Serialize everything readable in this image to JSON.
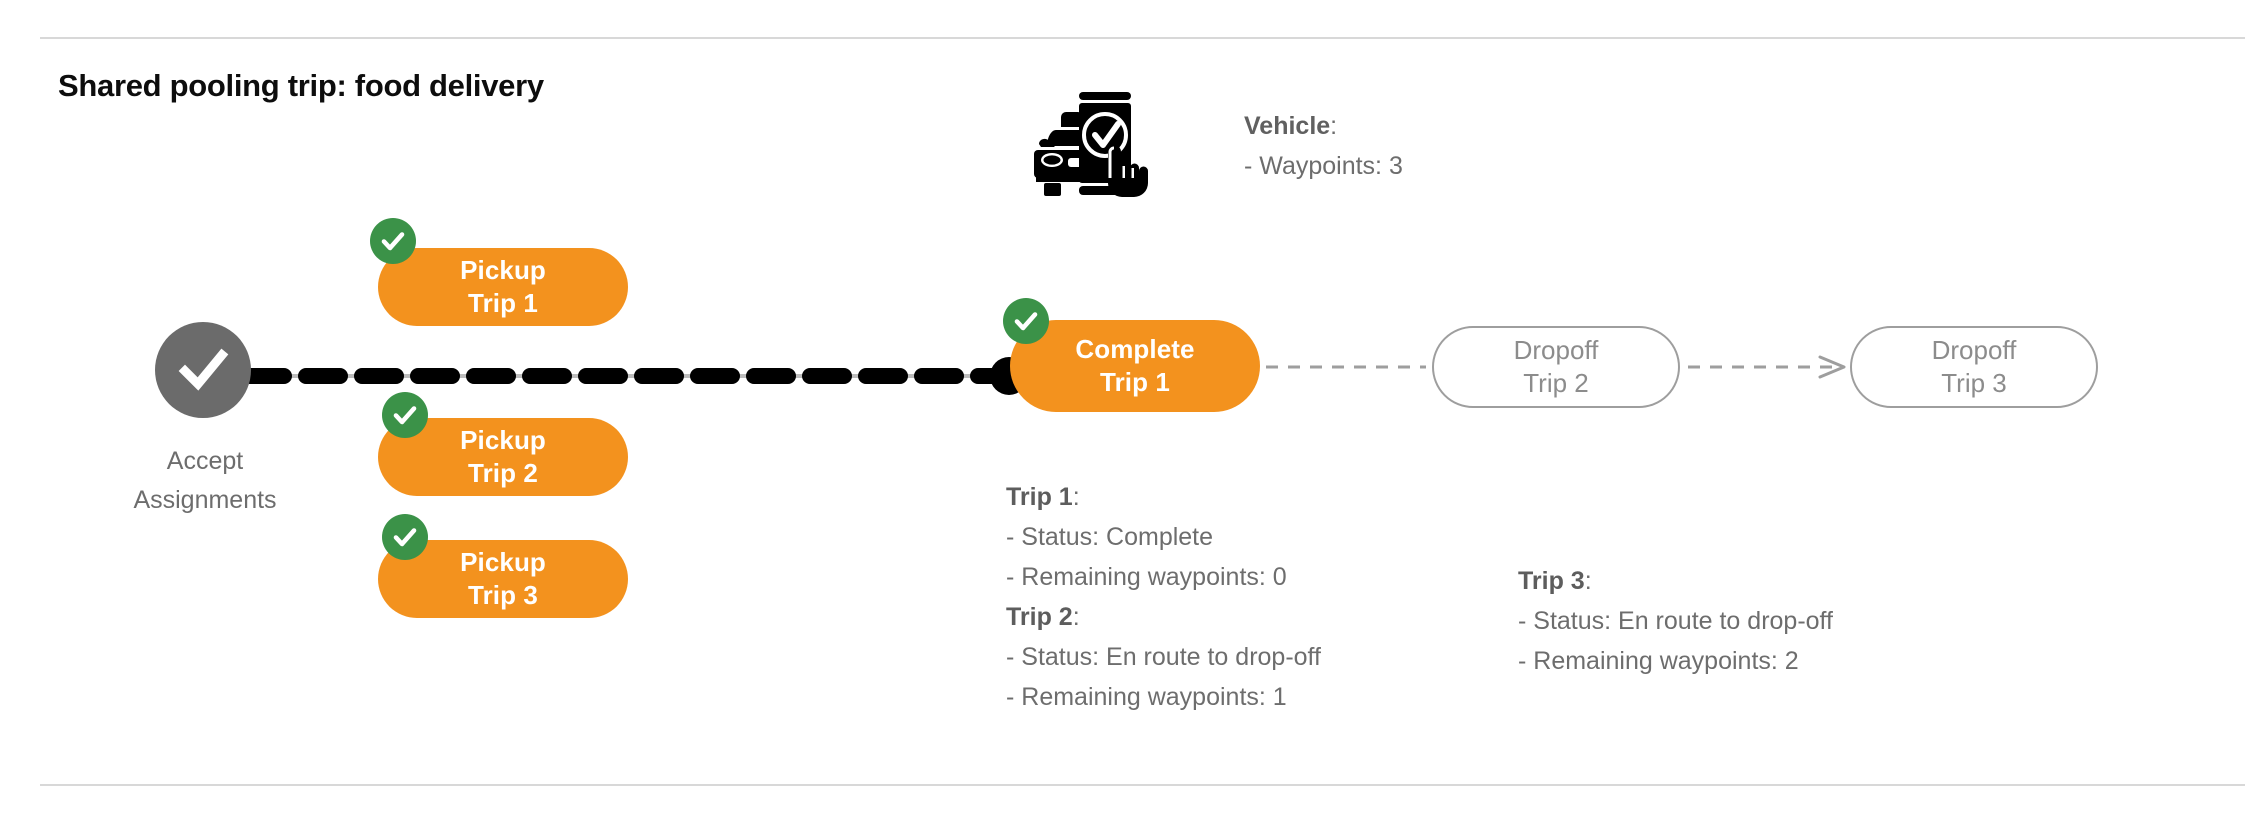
{
  "page": {
    "title": "Shared pooling trip: food delivery"
  },
  "colors": {
    "orange": "#f3921e",
    "green": "#3b9248",
    "gray_node": "#6b6b6b",
    "gray_text": "#6d6d6d",
    "gray_outline": "#9e9e9e",
    "divider": "#d8d8d8",
    "black": "#0d0d0d"
  },
  "flow": {
    "start_node": {
      "icon": "check-icon",
      "label_line_1": "Accept",
      "label_line_2": "Assignments"
    },
    "pickups": [
      {
        "badge": "check-icon",
        "line1": "Pickup",
        "line2": "Trip 1"
      },
      {
        "badge": "check-icon",
        "line1": "Pickup",
        "line2": "Trip 2"
      },
      {
        "badge": "check-icon",
        "line1": "Pickup",
        "line2": "Trip 3"
      }
    ],
    "complete": {
      "badge": "check-icon",
      "line1": "Complete",
      "line2": "Trip 1"
    },
    "dropoffs": [
      {
        "line1": "Dropoff",
        "line2": "Trip 2"
      },
      {
        "line1": "Dropoff",
        "line2": "Trip 3"
      }
    ]
  },
  "vehicle": {
    "icon": "car-phone-check-icon",
    "heading": "Vehicle",
    "heading_colon": ":",
    "waypoints_line": "- Waypoints: 3"
  },
  "trip_details": {
    "left": [
      {
        "head": "Trip 1",
        "head_colon": ":",
        "lines": [
          "- Status:  Complete",
          "- Remaining waypoints: 0"
        ]
      },
      {
        "head": "Trip 2",
        "head_colon": ":",
        "lines": [
          "- Status:  En route to drop-off",
          "- Remaining waypoints: 1"
        ]
      }
    ],
    "right": [
      {
        "head": "Trip 3",
        "head_colon": ":",
        "lines": [
          "- Status:  En route to drop-off",
          "- Remaining waypoints: 2"
        ]
      }
    ]
  }
}
